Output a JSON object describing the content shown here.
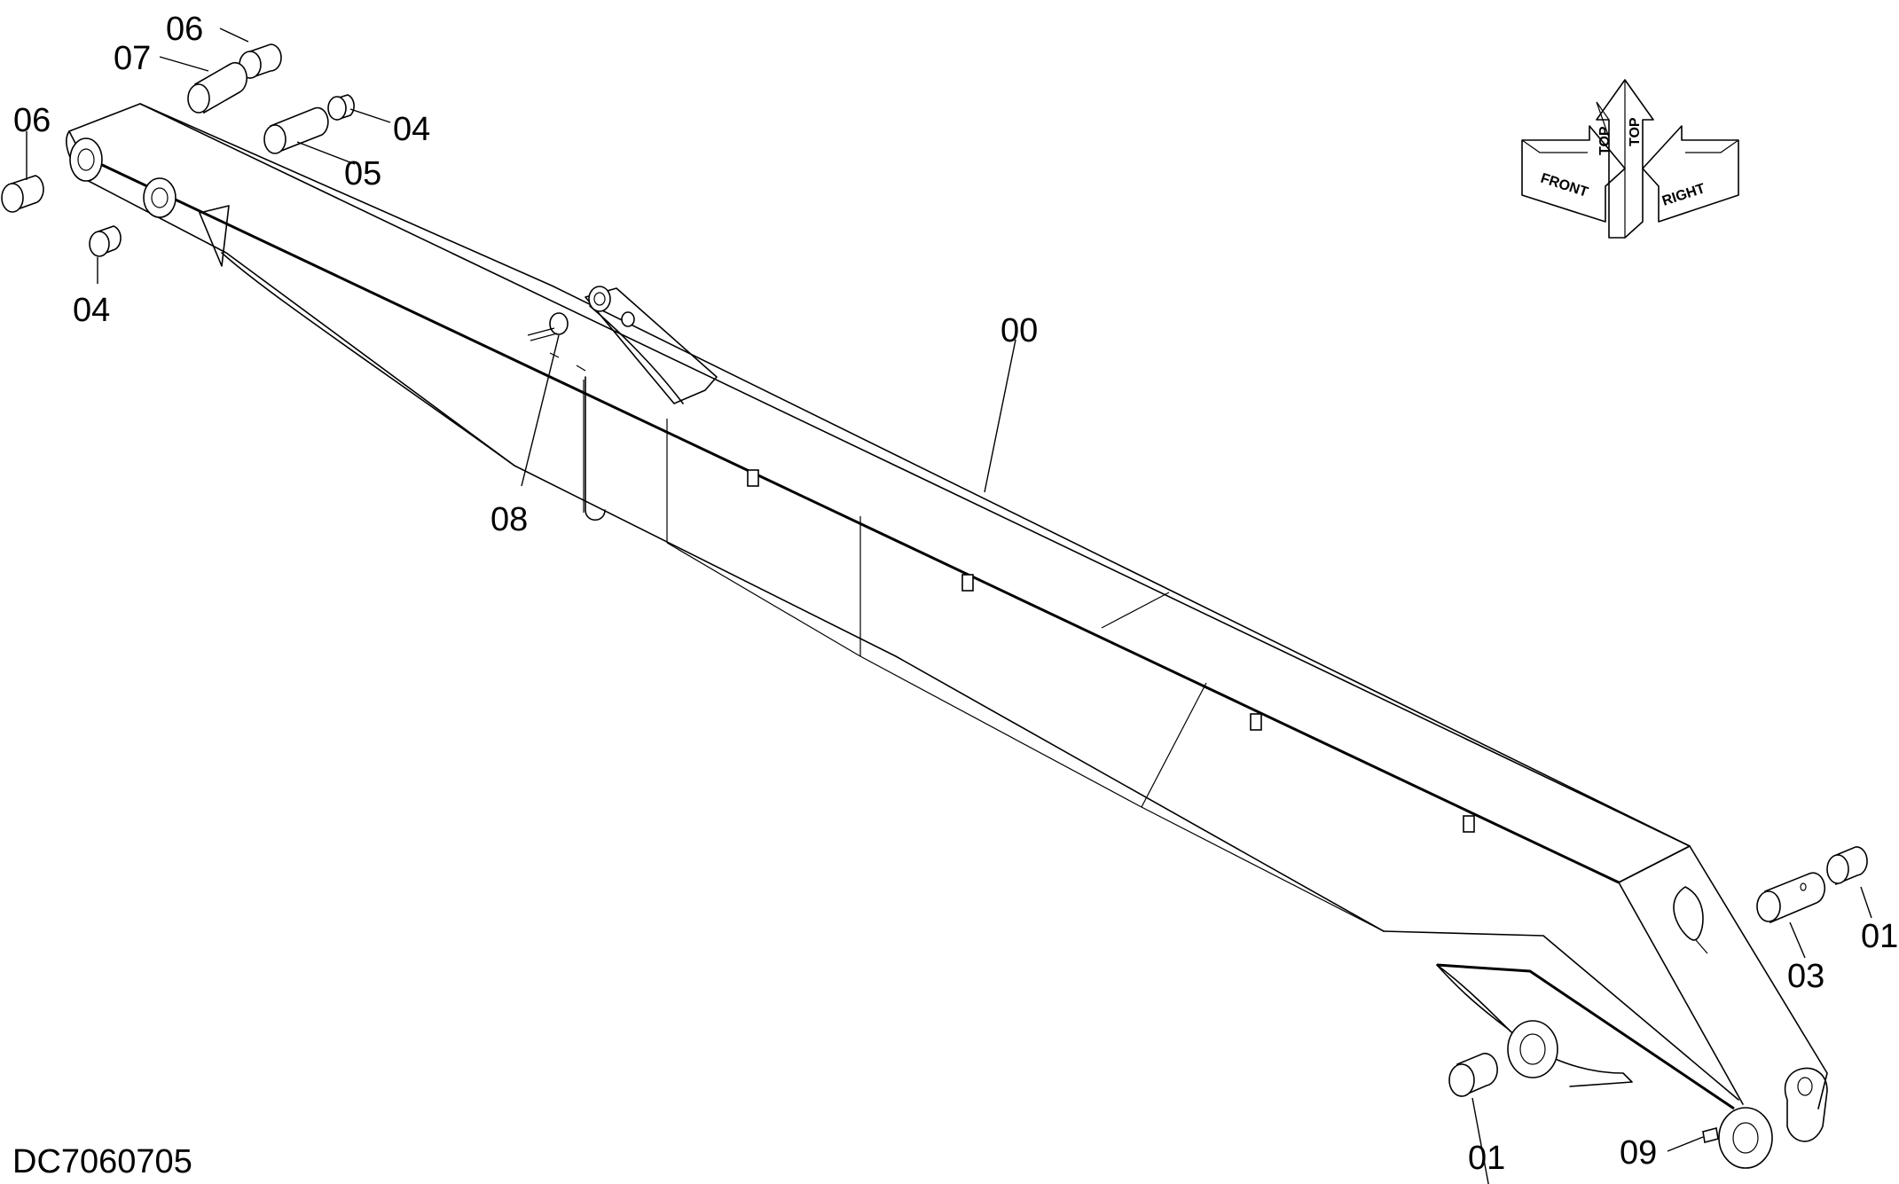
{
  "drawing_id": "DC7060705",
  "labels": {
    "l00": "00",
    "l01a": "01",
    "l01b": "01",
    "l03": "03",
    "l04a": "04",
    "l04b": "04",
    "l05": "05",
    "l06a": "06",
    "l06b": "06",
    "l07": "07",
    "l08": "08",
    "l09": "09"
  },
  "orientation": {
    "front": "FRONT",
    "top_a": "TOP",
    "top_b": "TOP",
    "right": "RIGHT"
  }
}
